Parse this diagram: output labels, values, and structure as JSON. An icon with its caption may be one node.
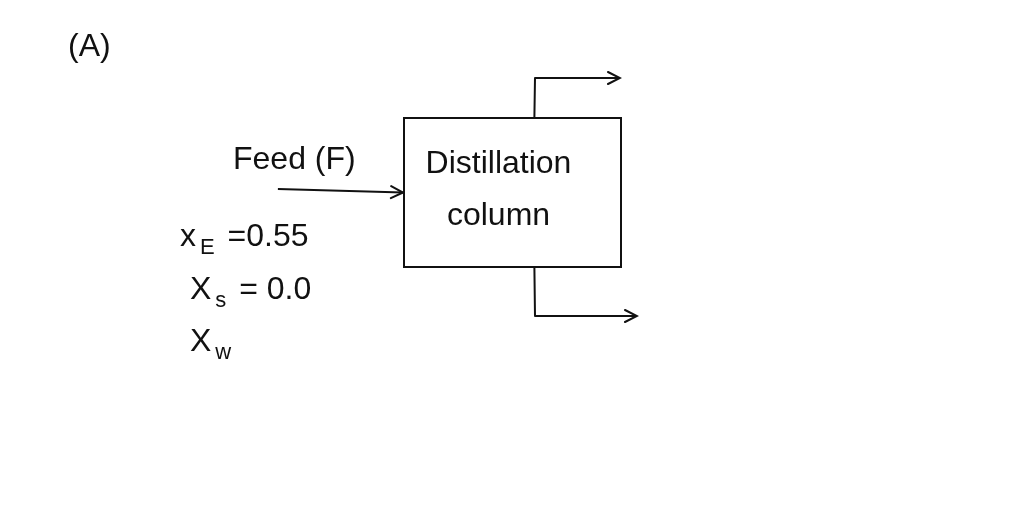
{
  "diagram": {
    "nodes": [
      {
        "text": [
          "Feed (F)"
        ]
      },
      {
        "text": [
          "Distillation column"
        ]
      }
    ],
    "edges": [
      {
        "from": 0,
        "to": 1,
        "arrow": "to"
      },
      {
        "from": 1,
        "to": null,
        "arrow": "to"
      },
      {
        "from": 1,
        "to": null,
        "arrow": "to"
      }
    ],
    "labels": [
      "(A)",
      "x$_{E}$ =0.55",
      "X$_{s}$ = 0.0",
      "X$_{w}$"
    ]
  }
}
